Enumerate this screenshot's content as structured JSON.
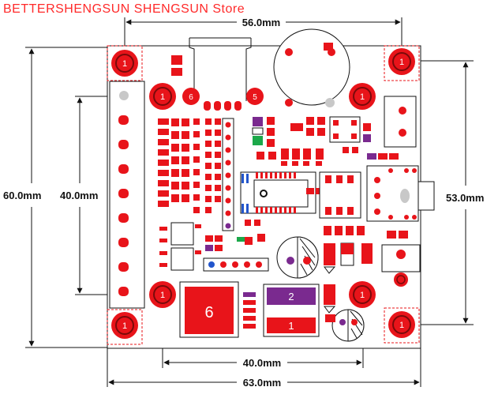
{
  "store_title": "BETTERSHENGSUN SHENGSUN Store",
  "dimensions": {
    "top_width": "56.0mm",
    "left_outer_height": "60.0mm",
    "left_inner_height": "40.0mm",
    "right_height": "53.0mm",
    "bottom_inner_width": "40.0mm",
    "bottom_outer_width": "63.0mm"
  },
  "board": {
    "mount_hole_label": "1",
    "pin_label_6": "6",
    "pin_label_5": "5",
    "inductor_label": "6",
    "cap_label_top": "2",
    "cap_label_bottom": "1"
  },
  "colors": {
    "pad": "#e8141a",
    "hole_ring": "#7a0a0a",
    "purple": "#7a2a8f",
    "green": "#1ca84a",
    "blue": "#2255cc",
    "silk": "#000000"
  }
}
